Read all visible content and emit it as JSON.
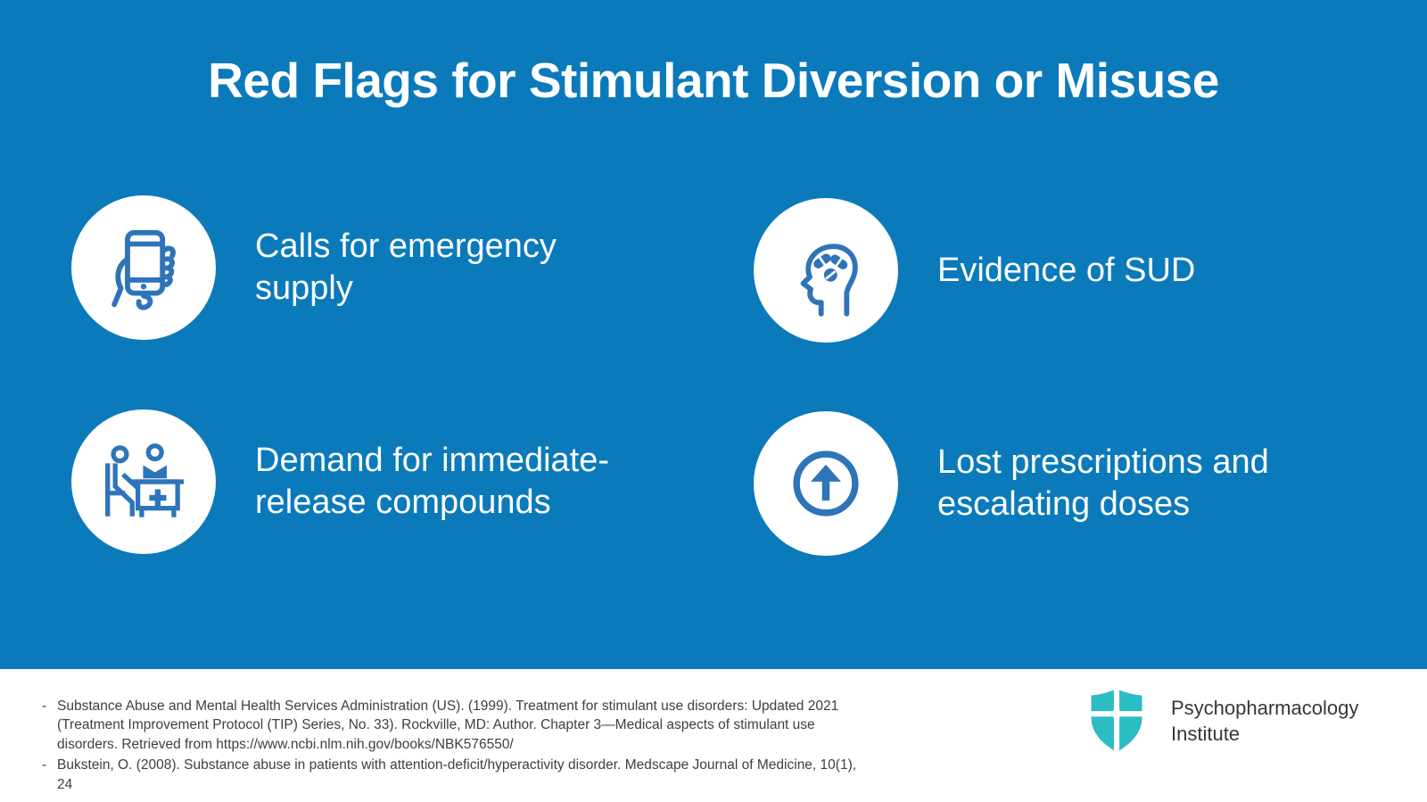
{
  "slide": {
    "title": "Red Flags for Stimulant Diversion or Misuse",
    "background_color": "#0b7abb",
    "icon_stroke_color": "#2e74b8",
    "items": [
      {
        "icon": "phone-in-hand-icon",
        "label": "Calls for emergency\nsupply"
      },
      {
        "icon": "head-with-pills-icon",
        "label": "Evidence of SUD"
      },
      {
        "icon": "pharmacy-counter-icon",
        "label": "Demand for immediate-\nrelease compounds"
      },
      {
        "icon": "arrow-up-circle-icon",
        "label": "Lost prescriptions and\nescalating doses"
      }
    ]
  },
  "footer": {
    "references": [
      "Substance Abuse and Mental Health Services Administration (US). (1999). Treatment for stimulant use disorders: Updated 2021 (Treatment Improvement Protocol (TIP) Series, No. 33). Rockville, MD: Author. Chapter 3—Medical aspects of stimulant use disorders. Retrieved from https://www.ncbi.nlm.nih.gov/books/NBK576550/",
      "Bukstein, O. (2008). Substance abuse in patients with attention-deficit/hyperactivity disorder. Medscape Journal of Medicine, 10(1), 24"
    ],
    "logo": {
      "name": "Psychopharmacology\nInstitute",
      "shield_color": "#2cbcc4"
    }
  }
}
